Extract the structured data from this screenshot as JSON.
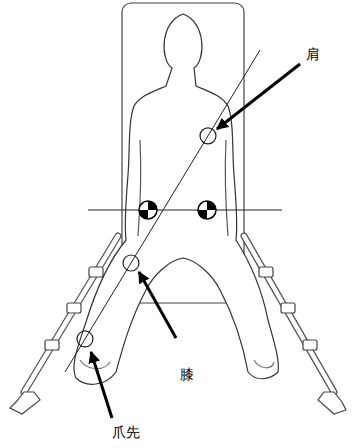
{
  "diagram": {
    "labels": [
      "肩",
      "膝",
      "爪先"
    ]
  }
}
